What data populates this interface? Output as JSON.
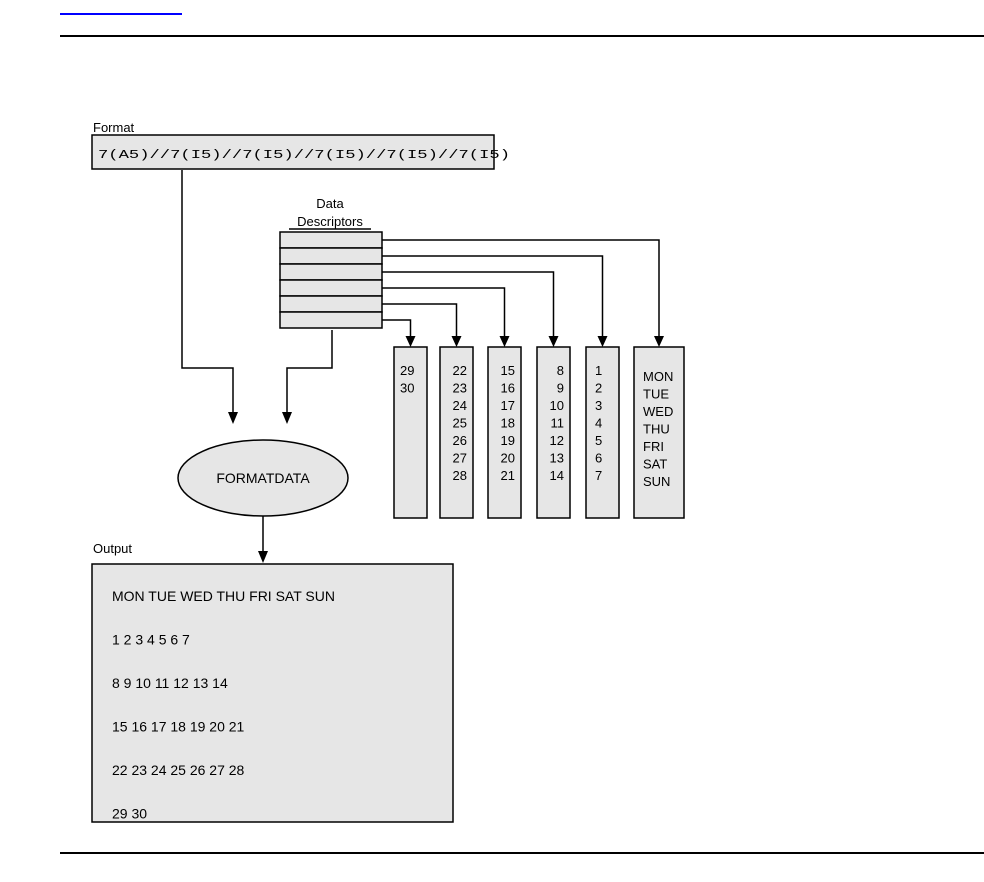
{
  "format": {
    "label": "Format",
    "string": "7(A5)//7(I5)//7(I5)//7(I5)//7(I5)//7(I5)"
  },
  "descriptors": {
    "label_line1": "Data",
    "label_line2": "Descriptors"
  },
  "process": {
    "label": "FORMATDATA"
  },
  "columns": [
    [
      "29",
      "30"
    ],
    [
      "22",
      "23",
      "24",
      "25",
      "26",
      "27",
      "28"
    ],
    [
      "15",
      "16",
      "17",
      "18",
      "19",
      "20",
      "21"
    ],
    [
      "8",
      "9",
      "10",
      "11",
      "12",
      "13",
      "14"
    ],
    [
      "1",
      "2",
      "3",
      "4",
      "5",
      "6",
      "7"
    ],
    [
      "MON",
      "TUE",
      "WED",
      "THU",
      "FRI",
      "SAT",
      "SUN"
    ]
  ],
  "output": {
    "label": "Output",
    "rows": [
      [
        "MON",
        "TUE",
        "WED",
        "THU",
        "FRI",
        "SAT",
        "SUN"
      ],
      [
        "1",
        "2",
        "3",
        "4",
        "5",
        "6",
        "7"
      ],
      [
        "8",
        "9",
        "10",
        "11",
        "12",
        "13",
        "14"
      ],
      [
        "15",
        "16",
        "17",
        "18",
        "19",
        "20",
        "21"
      ],
      [
        "22",
        "23",
        "24",
        "25",
        "26",
        "27",
        "28"
      ],
      [
        "29",
        "30"
      ]
    ]
  }
}
